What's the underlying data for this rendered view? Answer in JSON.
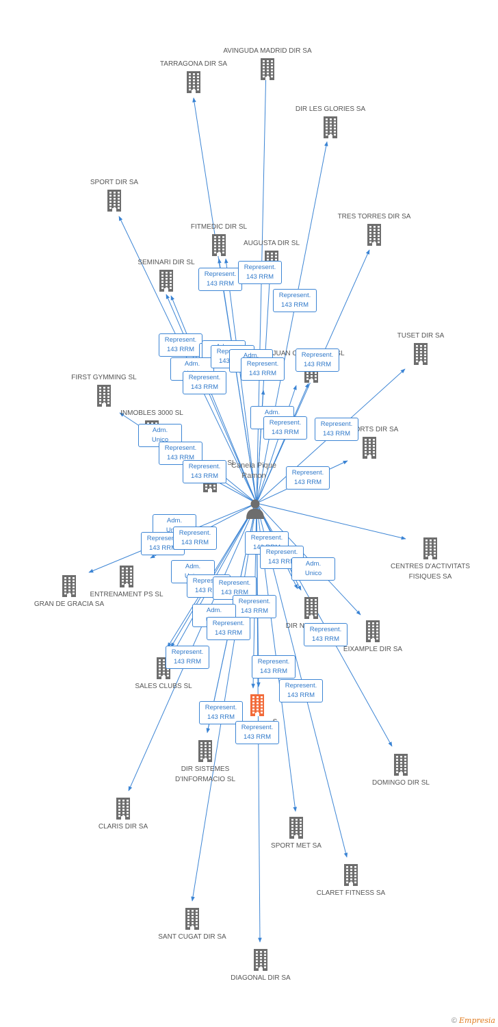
{
  "center": {
    "name": "Canela Pique Ramon"
  },
  "badge_text": {
    "rep_line1": "Represent.",
    "adm_line1": "Adm.",
    "adm_line2": "Unico",
    "line2": "143 RRM"
  },
  "nodes": [
    {
      "id": "tarragona",
      "label": "TARRAGONA DIR SA",
      "pos": "above"
    },
    {
      "id": "avinguda",
      "label": "AVINGUDA MADRID DIR SA",
      "pos": "above"
    },
    {
      "id": "glories",
      "label": "DIR LES GLORIES SA",
      "pos": "above"
    },
    {
      "id": "sport",
      "label": "SPORT DIR SA",
      "pos": "above"
    },
    {
      "id": "tres",
      "label": "TRES TORRES DIR SA",
      "pos": "above"
    },
    {
      "id": "fitmedic",
      "label": "FITMEDIC DIR SL",
      "pos": "above"
    },
    {
      "id": "augusta",
      "label": "AUGUSTA DIR SL",
      "pos": "above"
    },
    {
      "id": "seminari",
      "label": "SEMINARI DIR SL",
      "pos": "above"
    },
    {
      "id": "tuset",
      "label": "TUSET DIR SA",
      "pos": "above"
    },
    {
      "id": "juan",
      "label": "JUAN CARLOS DIR SL",
      "pos": "above"
    },
    {
      "id": "first",
      "label": "FIRST GYMMING SL",
      "pos": "above"
    },
    {
      "id": "inmobles",
      "label": "INMOBLES 3000 SL",
      "pos": "above"
    },
    {
      "id": "lescorts",
      "label": "LES CORTS DIR SA",
      "pos": "above"
    },
    {
      "id": "gestora",
      "label": "GESTORA DIR SL",
      "pos": "above"
    },
    {
      "id": "centres",
      "label": "CENTRES D'ACTIVITATS FISIQUES SA",
      "pos": "below"
    },
    {
      "id": "gracia",
      "label": "GRAN DE GRACIA SA",
      "pos": "below"
    },
    {
      "id": "entrena",
      "label": "ENTRENAMENT PS SL",
      "pos": "below"
    },
    {
      "id": "dirnu",
      "label": "DIR NU",
      "pos": "below"
    },
    {
      "id": "eixample",
      "label": "EIXAMPLE DIR SA",
      "pos": "below"
    },
    {
      "id": "sales",
      "label": "SALES CLUBS SL",
      "pos": "below"
    },
    {
      "id": "main",
      "label": "S",
      "pos": "below"
    },
    {
      "id": "sistemes",
      "label": "DIR SISTEMES D'INFORMACIO SL",
      "pos": "below"
    },
    {
      "id": "domingo",
      "label": "DOMINGO DIR SL",
      "pos": "below"
    },
    {
      "id": "claris",
      "label": "CLARIS DIR SA",
      "pos": "below"
    },
    {
      "id": "sportmet",
      "label": "SPORT MET SA",
      "pos": "below"
    },
    {
      "id": "claret",
      "label": "CLARET FITNESS SA",
      "pos": "below"
    },
    {
      "id": "santcugat",
      "label": "SANT CUGAT DIR SA",
      "pos": "below"
    },
    {
      "id": "diagonal",
      "label": "DIAGONAL DIR SA",
      "pos": "below"
    }
  ],
  "badges": [
    {
      "kind": "rep"
    },
    {
      "kind": "rep"
    },
    {
      "kind": "rep"
    },
    {
      "kind": "rep"
    },
    {
      "kind": "rep"
    },
    {
      "kind": "adm"
    },
    {
      "kind": "adm"
    },
    {
      "kind": "rep"
    },
    {
      "kind": "adm"
    },
    {
      "kind": "rep"
    },
    {
      "kind": "rep"
    },
    {
      "kind": "rep"
    },
    {
      "kind": "adm"
    },
    {
      "kind": "rep"
    },
    {
      "kind": "rep"
    },
    {
      "kind": "adm"
    },
    {
      "kind": "rep"
    },
    {
      "kind": "rep"
    },
    {
      "kind": "rep"
    },
    {
      "kind": "adm"
    },
    {
      "kind": "rep"
    },
    {
      "kind": "rep"
    },
    {
      "kind": "adm"
    },
    {
      "kind": "rep"
    },
    {
      "kind": "rep"
    },
    {
      "kind": "adm"
    },
    {
      "kind": "rep"
    },
    {
      "kind": "rep"
    },
    {
      "kind": "rep"
    },
    {
      "kind": "adm"
    },
    {
      "kind": "rep"
    },
    {
      "kind": "rep"
    },
    {
      "kind": "rep"
    },
    {
      "kind": "rep"
    },
    {
      "kind": "rep"
    },
    {
      "kind": "rep"
    },
    {
      "kind": "rep"
    }
  ],
  "colors": {
    "edge": "#3b84d4",
    "building": "#6d6d6d",
    "main_building": "#f26b3a",
    "badge_text": "#2f78c9"
  },
  "footer": {
    "copyright": "©",
    "brand": "Empresia"
  }
}
